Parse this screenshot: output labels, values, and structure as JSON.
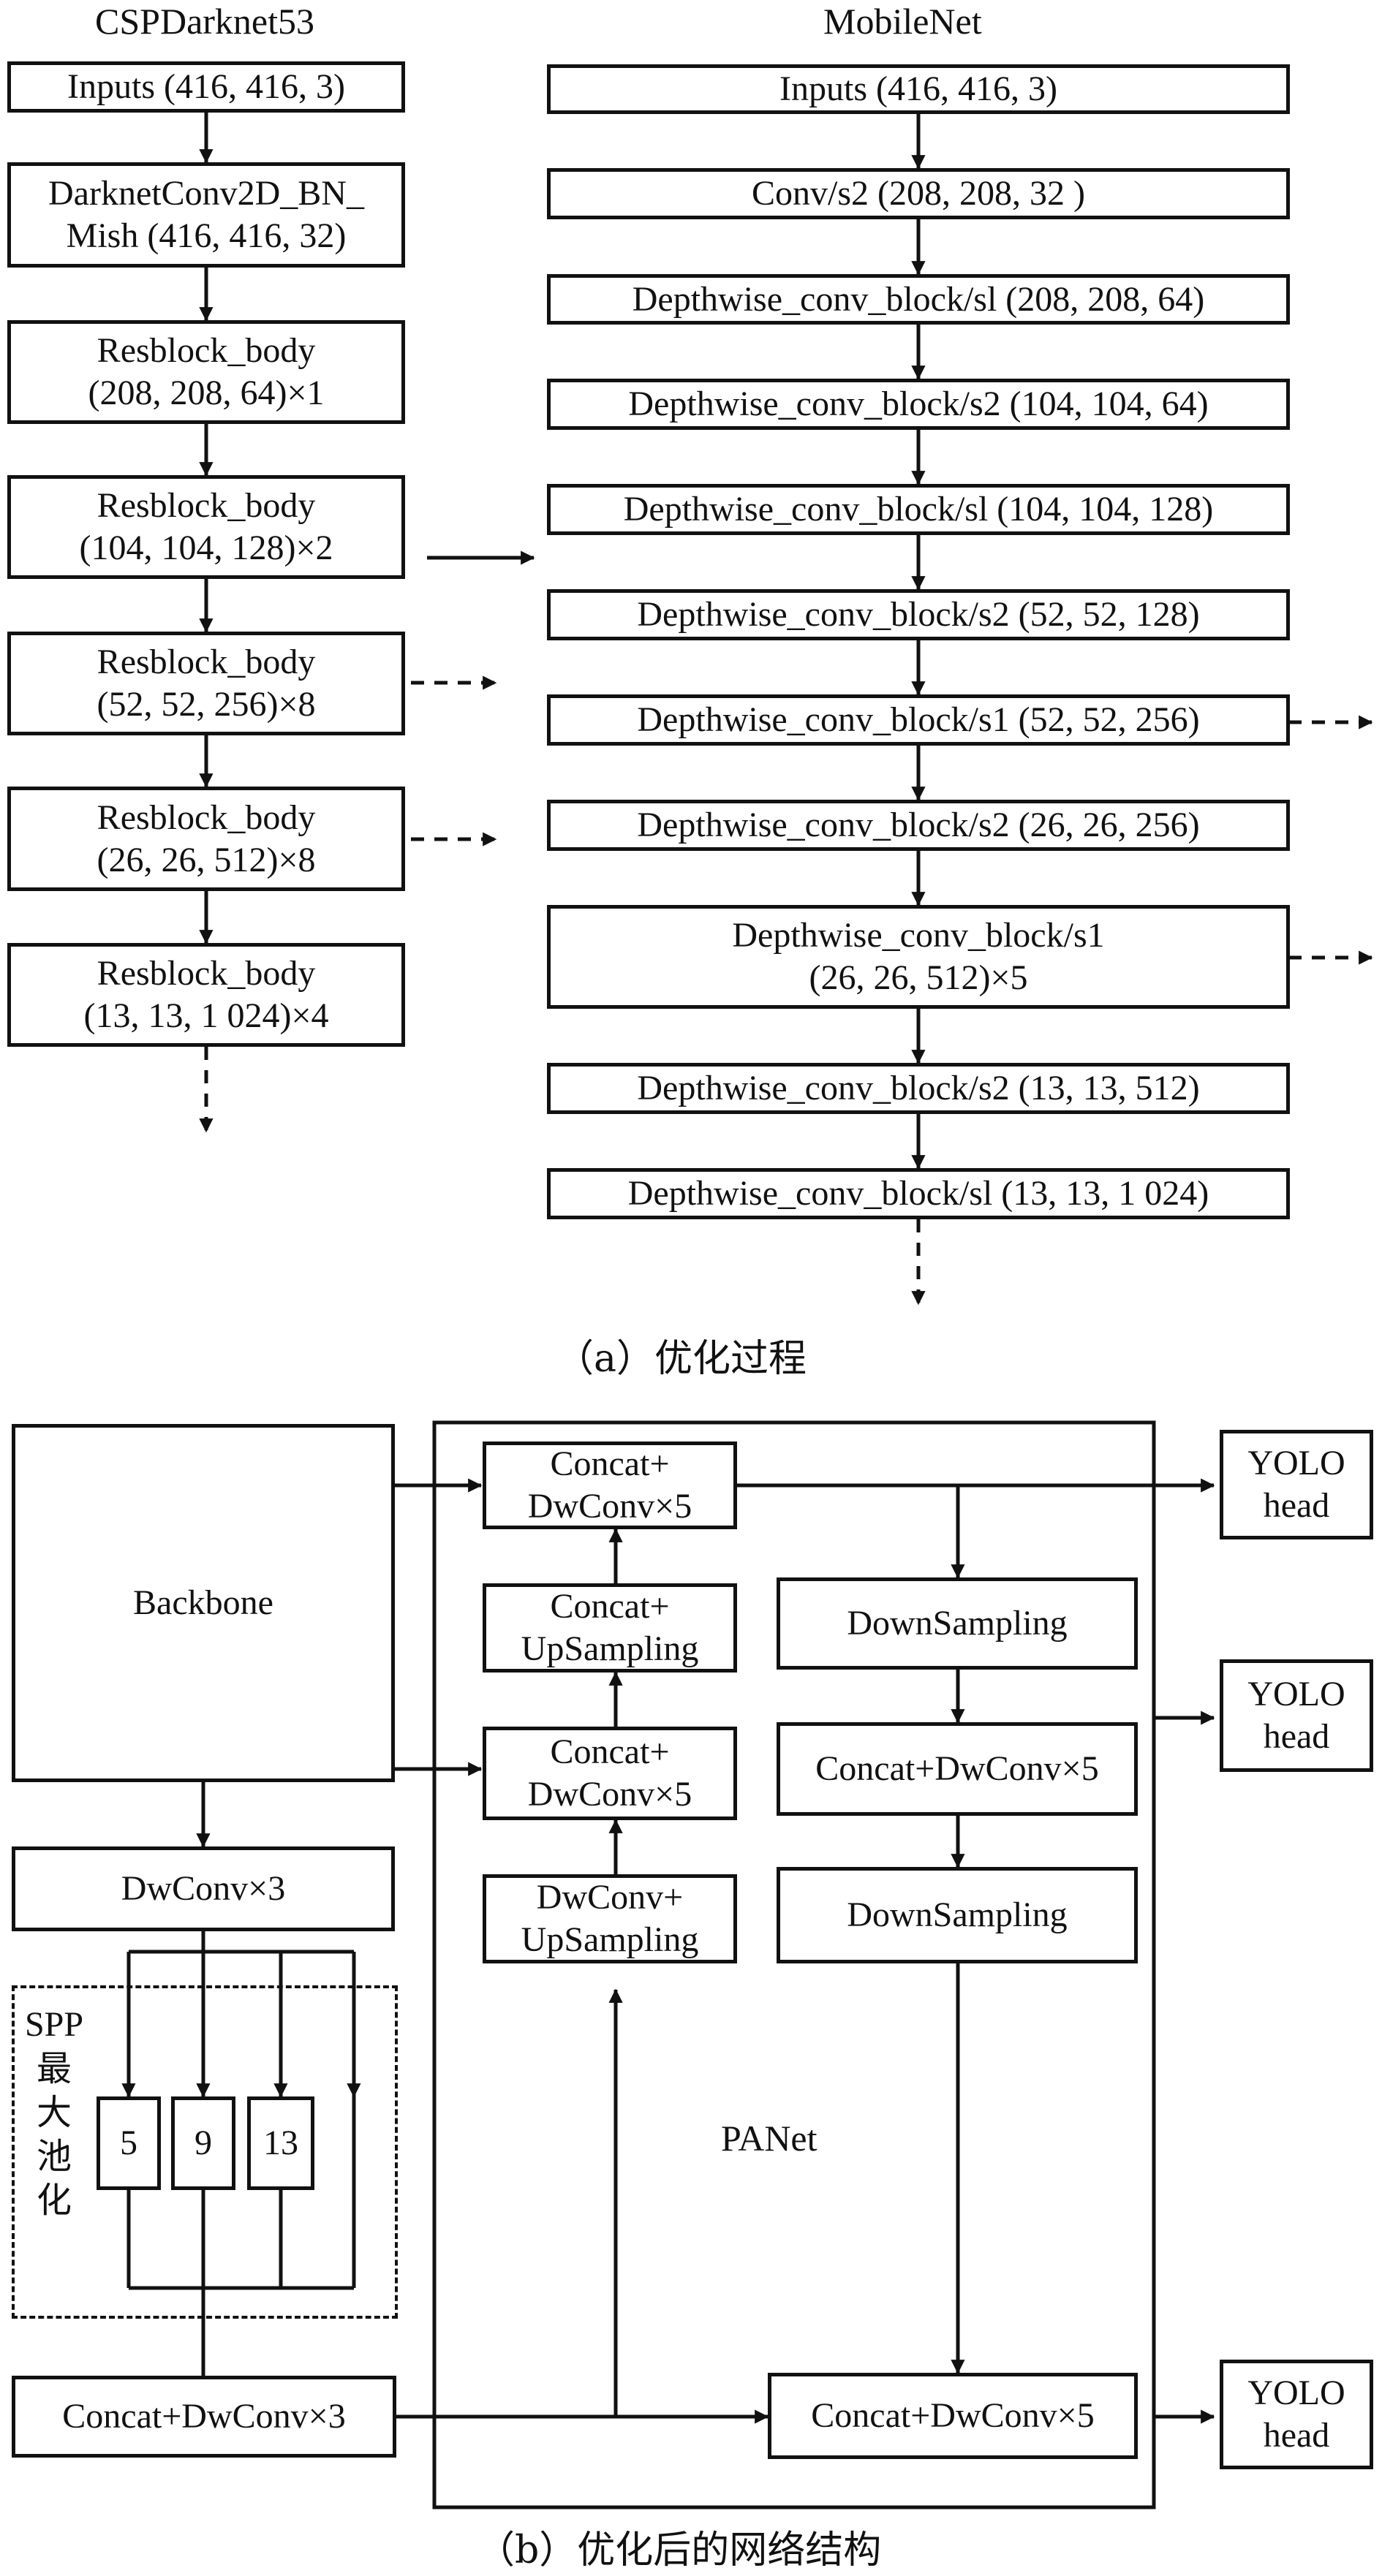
{
  "part_a": {
    "left_title": "CSPDarknet53",
    "right_title": "MobileNet",
    "left_blocks": [
      [
        "Inputs (416, 416, 3)"
      ],
      [
        "DarknetConv2D_BN_",
        "Mish (416, 416, 32)"
      ],
      [
        "Resblock_body",
        "(208, 208, 64)×1"
      ],
      [
        "Resblock_body",
        "(104, 104, 128)×2"
      ],
      [
        "Resblock_body",
        "(52, 52, 256)×8"
      ],
      [
        "Resblock_body",
        "(26, 26, 512)×8"
      ],
      [
        "Resblock_body",
        "(13, 13, 1 024)×4"
      ]
    ],
    "right_blocks": [
      [
        "Inputs (416, 416, 3)"
      ],
      [
        "Conv/s2 (208, 208, 32 )"
      ],
      [
        "Depthwise_conv_block/sl (208, 208, 64)"
      ],
      [
        "Depthwise_conv_block/s2 (104, 104, 64)"
      ],
      [
        "Depthwise_conv_block/sl (104, 104, 128)"
      ],
      [
        "Depthwise_conv_block/s2 (52, 52, 128)"
      ],
      [
        "Depthwise_conv_block/s1 (52, 52, 256)"
      ],
      [
        "Depthwise_conv_block/s2 (26, 26, 256)"
      ],
      [
        "Depthwise_conv_block/s1",
        "(26, 26, 512)×5"
      ],
      [
        "Depthwise_conv_block/s2 (13, 13, 512)"
      ],
      [
        "Depthwise_conv_block/sl (13, 13, 1 024)"
      ]
    ],
    "caption": "（a）优化过程"
  },
  "part_b": {
    "backbone": "Backbone",
    "dwconv3": "DwConv×3",
    "spp_label": [
      "SPP",
      "最",
      "大",
      "池",
      "化"
    ],
    "pools": [
      "5",
      "9",
      "13"
    ],
    "concat_dwconv3": "Concat+DwConv×3",
    "panet_label": "PANet",
    "concat_dwconv5_top": [
      "Concat+",
      "DwConv×5"
    ],
    "concat_upsampling": [
      "Concat+",
      "UpSampling"
    ],
    "concat_dwconv5_mid": [
      "Concat+",
      "DwConv×5"
    ],
    "dwconv_upsampling": [
      "DwConv+",
      "UpSampling"
    ],
    "downsampling_1": "DownSampling",
    "concat_dwconv5_right": "Concat+DwConv×5",
    "downsampling_2": "DownSampling",
    "concat_dwconv5_bottom": "Concat+DwConv×5",
    "yolo_heads": [
      [
        "YOLO",
        "head"
      ],
      [
        "YOLO",
        "head"
      ],
      [
        "YOLO",
        "head"
      ]
    ],
    "caption": "（b）优化后的网络结构"
  }
}
